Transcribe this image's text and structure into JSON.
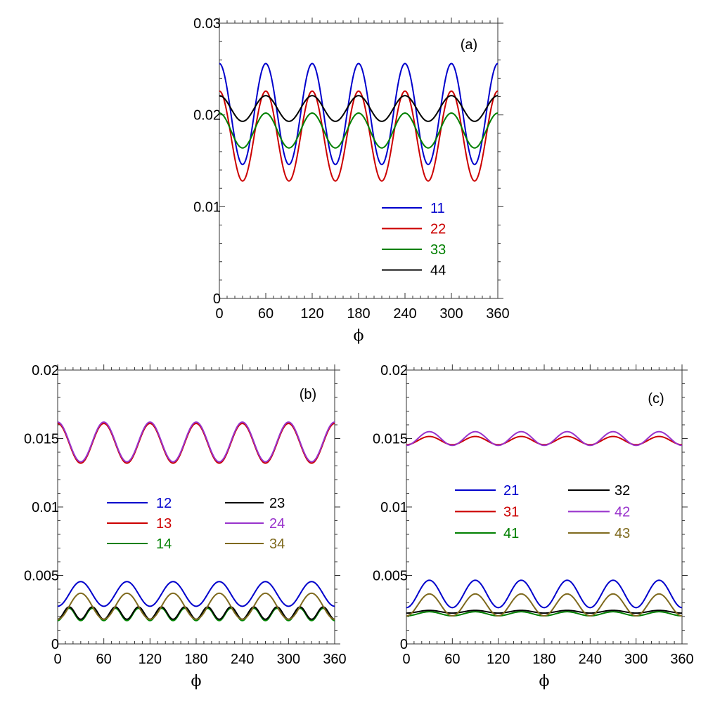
{
  "chart_data": [
    {
      "panel": "(a)",
      "type": "line",
      "xlabel": "ϕ",
      "ylabel": "",
      "xlim": [
        0,
        360
      ],
      "ylim": [
        0,
        0.03
      ],
      "xticks": [
        "0",
        "60",
        "120",
        "180",
        "240",
        "300",
        "360"
      ],
      "yticks": [
        "0",
        "0.01",
        "0.02",
        "0.03"
      ],
      "legend_columns": 1,
      "series": [
        {
          "name": "11",
          "color": "#0000cc",
          "mean": 0.0201,
          "amp": 0.0055,
          "period": 60,
          "phase": 0
        },
        {
          "name": "22",
          "color": "#cc0000",
          "mean": 0.0177,
          "amp": 0.0049,
          "period": 60,
          "phase": 0
        },
        {
          "name": "33",
          "color": "#008000",
          "mean": 0.0183,
          "amp": 0.0019,
          "period": 60,
          "phase": 0
        },
        {
          "name": "44",
          "color": "#000000",
          "mean": 0.0207,
          "amp": 0.0014,
          "period": 60,
          "phase": 0
        }
      ]
    },
    {
      "panel": "(b)",
      "type": "line",
      "xlabel": "ϕ",
      "ylabel": "",
      "xlim": [
        0,
        360
      ],
      "ylim": [
        0,
        0.02
      ],
      "xticks": [
        "0",
        "60",
        "120",
        "180",
        "240",
        "300",
        "360"
      ],
      "yticks": [
        "0",
        "0.005",
        "0.01",
        "0.015",
        "0.02"
      ],
      "legend_columns": 2,
      "series": [
        {
          "name": "12",
          "color": "#0000cc",
          "mean": 0.00365,
          "amp": 0.0009,
          "period": 60,
          "phase": 30
        },
        {
          "name": "13",
          "color": "#cc0000",
          "mean": 0.01465,
          "amp": 0.00145,
          "period": 60,
          "phase": 0
        },
        {
          "name": "14",
          "color": "#008000",
          "mean": 0.00215,
          "amp": 0.00045,
          "period": 30,
          "phase": 15
        },
        {
          "name": "23",
          "color": "#000000",
          "mean": 0.00225,
          "amp": 0.00045,
          "period": 30,
          "phase": 15
        },
        {
          "name": "24",
          "color": "#9933cc",
          "mean": 0.01475,
          "amp": 0.00145,
          "period": 60,
          "phase": 0
        },
        {
          "name": "34",
          "color": "#7f6a1e",
          "mean": 0.00275,
          "amp": 0.00095,
          "period": 60,
          "phase": 30
        }
      ]
    },
    {
      "panel": "(c)",
      "type": "line",
      "xlabel": "ϕ",
      "ylabel": "",
      "xlim": [
        0,
        360
      ],
      "ylim": [
        0,
        0.02
      ],
      "xticks": [
        "0",
        "60",
        "120",
        "180",
        "240",
        "300",
        "360"
      ],
      "yticks": [
        "0",
        "0.005",
        "0.01",
        "0.015",
        "0.02"
      ],
      "legend_columns": 2,
      "series": [
        {
          "name": "21",
          "color": "#0000cc",
          "mean": 0.00365,
          "amp": 0.001,
          "period": 60,
          "phase": 30
        },
        {
          "name": "31",
          "color": "#cc0000",
          "mean": 0.01485,
          "amp": 0.0003,
          "period": 60,
          "phase": 30
        },
        {
          "name": "41",
          "color": "#008000",
          "mean": 0.0022,
          "amp": 0.00015,
          "period": 60,
          "phase": 30
        },
        {
          "name": "32",
          "color": "#000000",
          "mean": 0.00235,
          "amp": 0.0001,
          "period": 60,
          "phase": 30
        },
        {
          "name": "42",
          "color": "#9933cc",
          "mean": 0.015,
          "amp": 0.0005,
          "period": 60,
          "phase": 30
        },
        {
          "name": "43",
          "color": "#7f6a1e",
          "mean": 0.00285,
          "amp": 0.0008,
          "period": 60,
          "phase": 30
        }
      ]
    }
  ]
}
